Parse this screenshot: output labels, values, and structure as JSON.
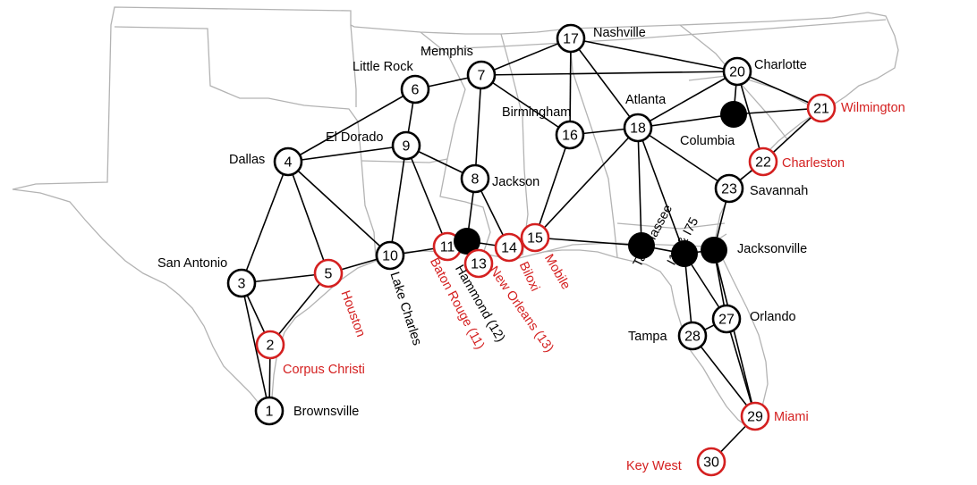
{
  "colors": {
    "regular": "#000000",
    "coastal": "#d42020",
    "edge": "#000000",
    "state_border": "#b3b3b3"
  },
  "nodes": [
    {
      "id": "1",
      "label": "1",
      "type": "regular"
    },
    {
      "id": "2",
      "label": "2",
      "type": "coastal"
    },
    {
      "id": "3",
      "label": "3",
      "type": "regular"
    },
    {
      "id": "4",
      "label": "4",
      "type": "regular"
    },
    {
      "id": "5",
      "label": "5",
      "type": "coastal"
    },
    {
      "id": "6",
      "label": "6",
      "type": "regular"
    },
    {
      "id": "7",
      "label": "7",
      "type": "regular"
    },
    {
      "id": "8",
      "label": "8",
      "type": "regular"
    },
    {
      "id": "9",
      "label": "9",
      "type": "regular"
    },
    {
      "id": "10",
      "label": "10",
      "type": "regular"
    },
    {
      "id": "11",
      "label": "11",
      "type": "coastal"
    },
    {
      "id": "12",
      "label": "",
      "type": "filled"
    },
    {
      "id": "13",
      "label": "13",
      "type": "coastal"
    },
    {
      "id": "14",
      "label": "14",
      "type": "coastal"
    },
    {
      "id": "15",
      "label": "15",
      "type": "coastal"
    },
    {
      "id": "16",
      "label": "16",
      "type": "regular"
    },
    {
      "id": "17",
      "label": "17",
      "type": "regular"
    },
    {
      "id": "18",
      "label": "18",
      "type": "regular"
    },
    {
      "id": "19",
      "label": "",
      "type": "filled"
    },
    {
      "id": "20",
      "label": "20",
      "type": "regular"
    },
    {
      "id": "21",
      "label": "21",
      "type": "coastal"
    },
    {
      "id": "22",
      "label": "22",
      "type": "coastal"
    },
    {
      "id": "23",
      "label": "23",
      "type": "regular"
    },
    {
      "id": "24",
      "label": "",
      "type": "filled"
    },
    {
      "id": "25",
      "label": "",
      "type": "filled"
    },
    {
      "id": "26",
      "label": "",
      "type": "filled"
    },
    {
      "id": "27",
      "label": "27",
      "type": "regular"
    },
    {
      "id": "28",
      "label": "28",
      "type": "regular"
    },
    {
      "id": "29",
      "label": "29",
      "type": "coastal"
    },
    {
      "id": "30",
      "label": "30",
      "type": "coastal"
    }
  ],
  "edges": [
    [
      "1",
      "2"
    ],
    [
      "1",
      "3"
    ],
    [
      "2",
      "3"
    ],
    [
      "2",
      "5"
    ],
    [
      "3",
      "4"
    ],
    [
      "3",
      "5"
    ],
    [
      "4",
      "5"
    ],
    [
      "4",
      "10"
    ],
    [
      "4",
      "6"
    ],
    [
      "4",
      "9"
    ],
    [
      "5",
      "10"
    ],
    [
      "6",
      "7"
    ],
    [
      "6",
      "9"
    ],
    [
      "7",
      "17"
    ],
    [
      "7",
      "20"
    ],
    [
      "7",
      "8"
    ],
    [
      "7",
      "16"
    ],
    [
      "9",
      "8"
    ],
    [
      "9",
      "10"
    ],
    [
      "9",
      "11"
    ],
    [
      "10",
      "11"
    ],
    [
      "11",
      "12"
    ],
    [
      "8",
      "12"
    ],
    [
      "12",
      "13"
    ],
    [
      "12",
      "14"
    ],
    [
      "8",
      "14"
    ],
    [
      "14",
      "15"
    ],
    [
      "15",
      "16"
    ],
    [
      "15",
      "18"
    ],
    [
      "15",
      "24"
    ],
    [
      "16",
      "17"
    ],
    [
      "16",
      "18"
    ],
    [
      "17",
      "18"
    ],
    [
      "17",
      "20"
    ],
    [
      "18",
      "19"
    ],
    [
      "18",
      "20"
    ],
    [
      "18",
      "23"
    ],
    [
      "18",
      "24"
    ],
    [
      "18",
      "25"
    ],
    [
      "20",
      "19"
    ],
    [
      "20",
      "21"
    ],
    [
      "20",
      "22"
    ],
    [
      "19",
      "21"
    ],
    [
      "21",
      "22"
    ],
    [
      "22",
      "23"
    ],
    [
      "23",
      "26"
    ],
    [
      "24",
      "25"
    ],
    [
      "25",
      "26"
    ],
    [
      "25",
      "27"
    ],
    [
      "25",
      "28"
    ],
    [
      "26",
      "27"
    ],
    [
      "27",
      "28"
    ],
    [
      "27",
      "29"
    ],
    [
      "28",
      "29"
    ],
    [
      "26",
      "29"
    ],
    [
      "29",
      "30"
    ]
  ],
  "cities": [
    {
      "name": "Brownsville",
      "type": "regular"
    },
    {
      "name": "Corpus Christi",
      "type": "coastal"
    },
    {
      "name": "San Antonio",
      "type": "regular"
    },
    {
      "name": "Dallas",
      "type": "regular"
    },
    {
      "name": "Houston",
      "type": "coastal"
    },
    {
      "name": "Little Rock",
      "type": "regular"
    },
    {
      "name": "Memphis",
      "type": "regular"
    },
    {
      "name": "Jackson",
      "type": "regular"
    },
    {
      "name": "El Dorado",
      "type": "regular"
    },
    {
      "name": "Lake Charles",
      "type": "regular"
    },
    {
      "name": "Baton Rouge (11)",
      "type": "coastal"
    },
    {
      "name": "Hammond (12)",
      "type": "regular"
    },
    {
      "name": "New Orleans (13)",
      "type": "coastal"
    },
    {
      "name": "Biloxi",
      "type": "coastal"
    },
    {
      "name": "Mobile",
      "type": "coastal"
    },
    {
      "name": "Birmingham",
      "type": "regular"
    },
    {
      "name": "Nashville",
      "type": "regular"
    },
    {
      "name": "Atlanta",
      "type": "regular"
    },
    {
      "name": "Columbia",
      "type": "regular"
    },
    {
      "name": "Charlotte",
      "type": "regular"
    },
    {
      "name": "Wilmington",
      "type": "coastal"
    },
    {
      "name": "Charleston",
      "type": "coastal"
    },
    {
      "name": "Savannah",
      "type": "regular"
    },
    {
      "name": "Tallahassee",
      "type": "regular"
    },
    {
      "name": "I10 & I75",
      "type": "regular"
    },
    {
      "name": "Jacksonville",
      "type": "regular"
    },
    {
      "name": "Orlando",
      "type": "regular"
    },
    {
      "name": "Tampa",
      "type": "regular"
    },
    {
      "name": "Miami",
      "type": "coastal"
    },
    {
      "name": "Key West",
      "type": "coastal"
    }
  ]
}
